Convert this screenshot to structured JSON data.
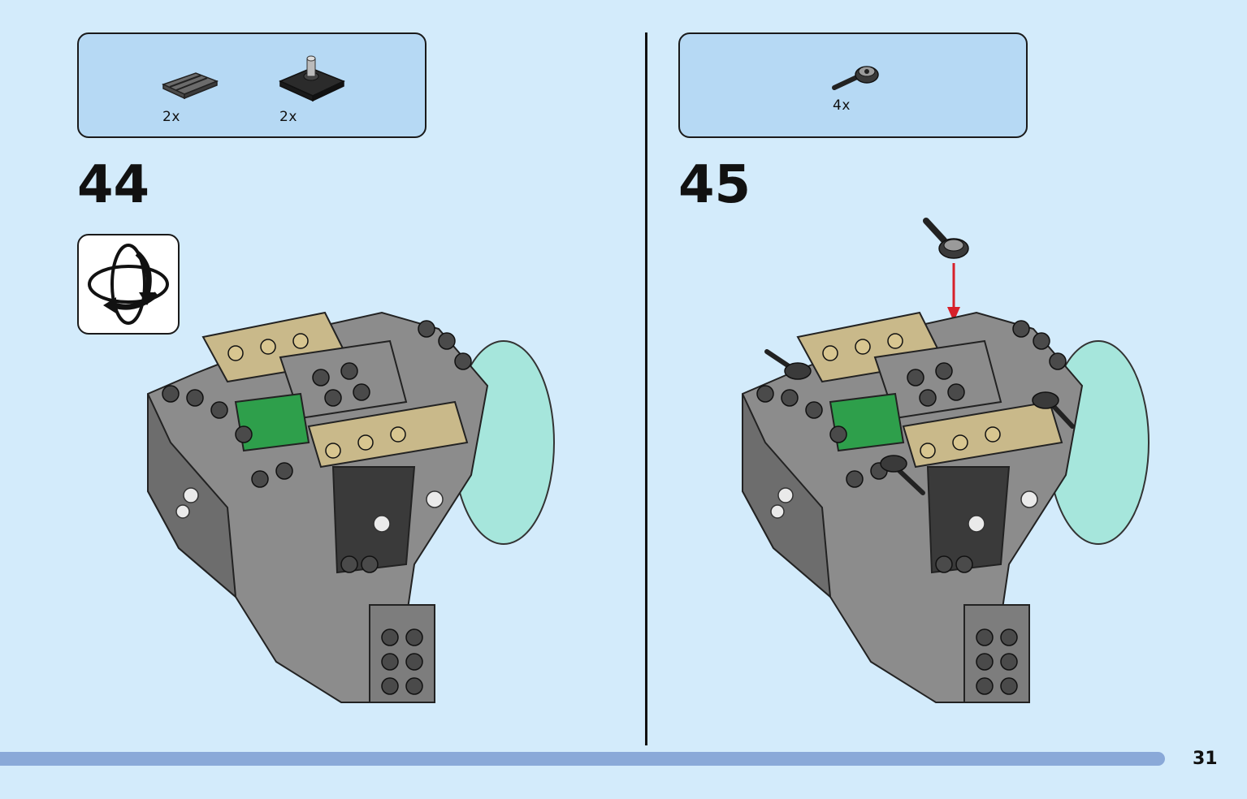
{
  "left_step": {
    "number": "44",
    "parts": [
      {
        "icon": "tile-grille-1x2-dark-gray",
        "qty": "2x"
      },
      {
        "icon": "plate-2x2-with-pin-black",
        "qty": "2x"
      }
    ],
    "rotate_icon": "rotate-model-icon"
  },
  "right_step": {
    "number": "45",
    "parts": [
      {
        "icon": "bar-with-clip-black",
        "qty": "4x"
      }
    ]
  },
  "page": {
    "number": "31"
  },
  "colors": {
    "background": "#d3ebfb",
    "parts_box": "#b6d9f4",
    "progress": "#8aa9d8",
    "arrow": "#d7202a"
  }
}
